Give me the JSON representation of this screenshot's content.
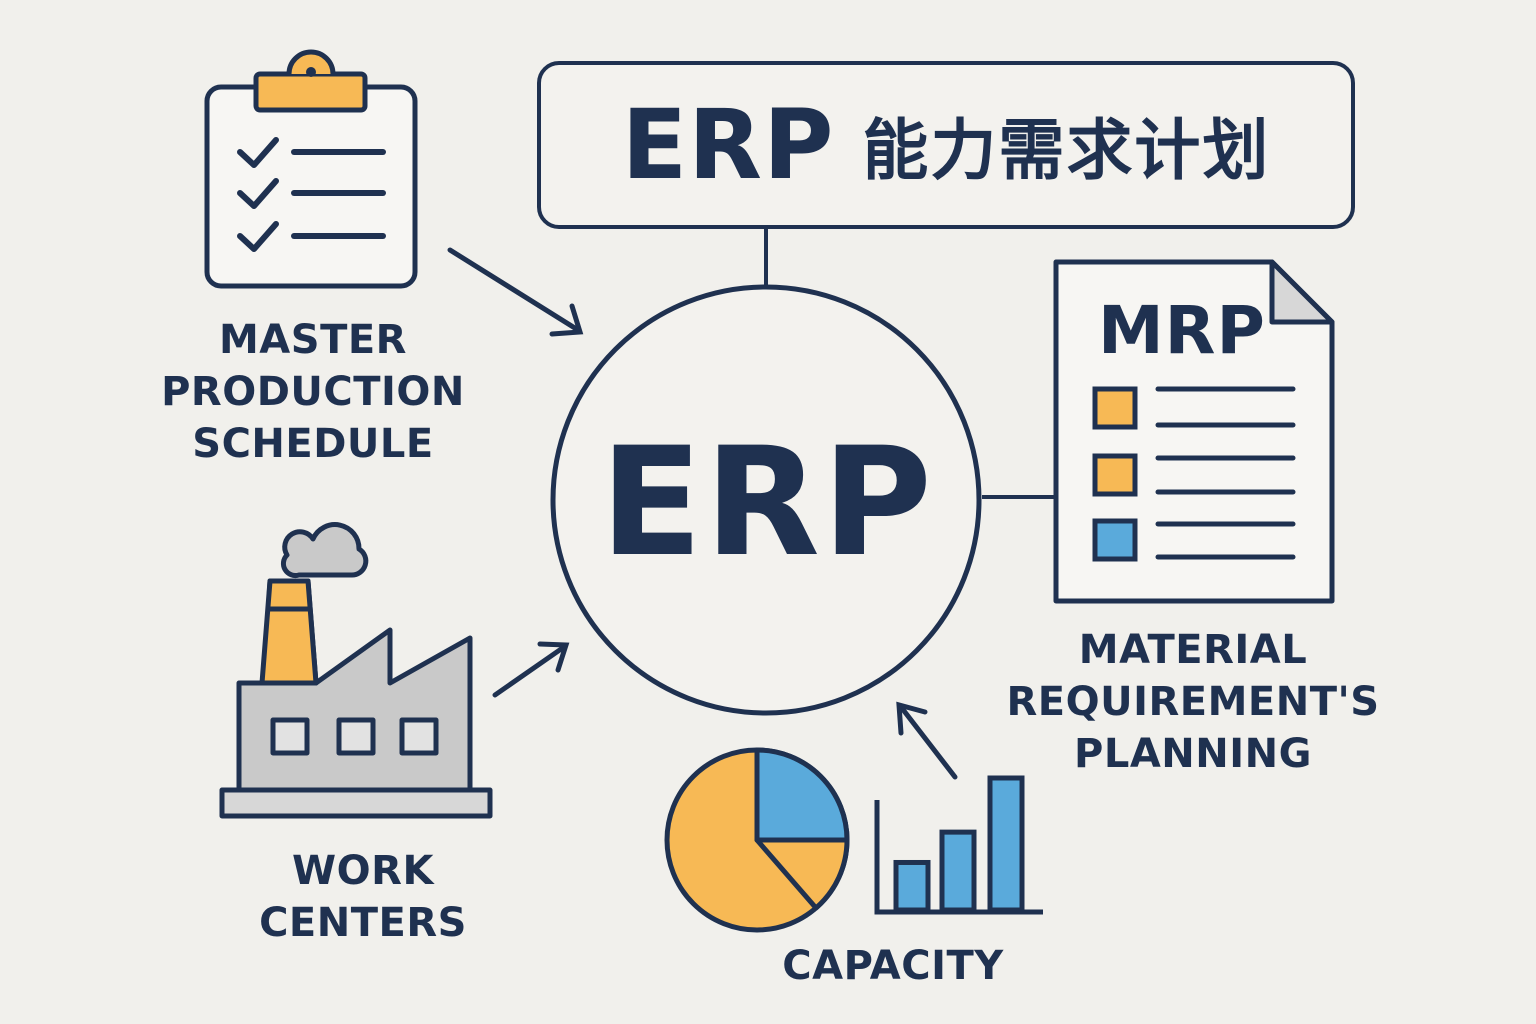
{
  "title": {
    "en": "ERP",
    "zh": "能力需求计划"
  },
  "center": {
    "label": "ERP"
  },
  "mrp_doc": {
    "title": "MRP",
    "checkbox_colors": [
      "#F7B955",
      "#F7B955",
      "#5AAADB"
    ]
  },
  "labels": {
    "master_production_schedule": [
      "MASTER",
      "PRODUCTION",
      "SCHEDULE"
    ],
    "material_requirements_planning": [
      "MATERIAL",
      "REQUIREMENT'S",
      "PLANNING"
    ],
    "work_centers": [
      "WORK",
      "CENTERS"
    ],
    "capacity": [
      "CAPACITY"
    ]
  },
  "capacity_bars": [
    0.36,
    0.59,
    1.0
  ],
  "colors": {
    "ink": "#1F3150",
    "orange": "#F7B955",
    "blue": "#5AAADB",
    "gray": "#C9C9C9",
    "background": "#F1F0EC"
  }
}
